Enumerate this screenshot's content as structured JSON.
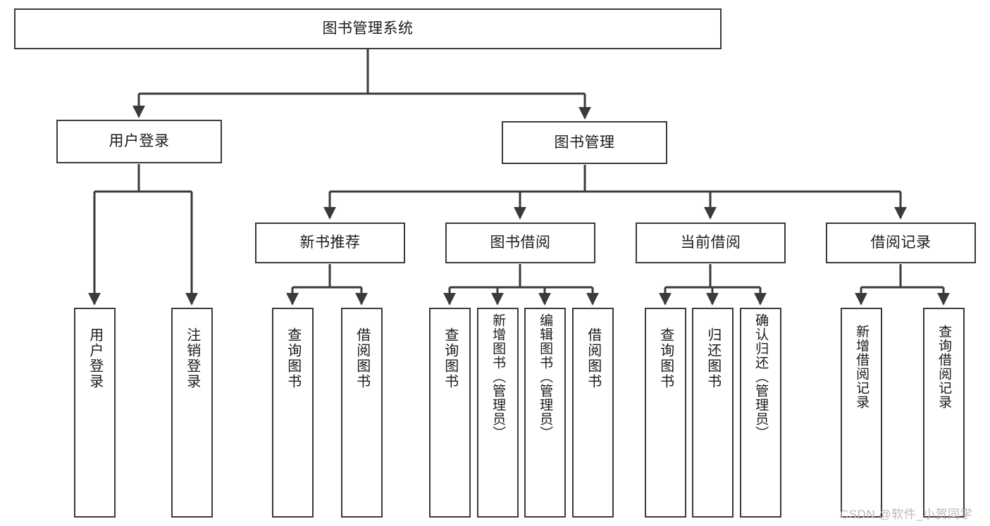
{
  "diagram": {
    "type": "tree-hierarchy",
    "title": "图书管理系统",
    "orientation": "top-down",
    "colors": {
      "box_border": "#3a3a3a",
      "box_fill": "#ffffff",
      "edge": "#3a3a3a",
      "text": "#1b1b1b",
      "watermark": "#b9b9b9",
      "background": "#ffffff"
    },
    "levels": {
      "level0": [
        {
          "id": "root",
          "label": "图书管理系统"
        }
      ],
      "level1": [
        {
          "id": "user-login",
          "label": "用户登录",
          "parent": "root"
        },
        {
          "id": "book-manage",
          "label": "图书管理",
          "parent": "root"
        }
      ],
      "level2": [
        {
          "id": "new-book-rec",
          "label": "新书推荐",
          "parent": "book-manage"
        },
        {
          "id": "book-borrow",
          "label": "图书借阅",
          "parent": "book-manage"
        },
        {
          "id": "current-borrow",
          "label": "当前借阅",
          "parent": "book-manage"
        },
        {
          "id": "borrow-record",
          "label": "借阅记录",
          "parent": "book-manage"
        }
      ],
      "leaves": [
        {
          "id": "leaf-user-login",
          "label": "用户登录",
          "parent": "user-login"
        },
        {
          "id": "leaf-logout",
          "label": "注销登录",
          "parent": "user-login"
        },
        {
          "id": "leaf-query-book-1",
          "label": "查询图书",
          "parent": "new-book-rec"
        },
        {
          "id": "leaf-borrow-book-1",
          "label": "借阅图书",
          "parent": "new-book-rec"
        },
        {
          "id": "leaf-query-book-2",
          "label": "查询图书",
          "parent": "book-borrow"
        },
        {
          "id": "leaf-add-book",
          "label": "新增图书（管理员）",
          "parent": "book-borrow"
        },
        {
          "id": "leaf-edit-book",
          "label": "编辑图书（管理员）",
          "parent": "book-borrow"
        },
        {
          "id": "leaf-borrow-book-2",
          "label": "借阅图书",
          "parent": "book-borrow"
        },
        {
          "id": "leaf-query-book-3",
          "label": "查询图书",
          "parent": "current-borrow"
        },
        {
          "id": "leaf-return-book",
          "label": "归还图书",
          "parent": "current-borrow"
        },
        {
          "id": "leaf-confirm-return",
          "label": "确认归还（管理员）",
          "parent": "current-borrow"
        },
        {
          "id": "leaf-add-record",
          "label": "新增借阅记录",
          "parent": "borrow-record"
        },
        {
          "id": "leaf-query-record",
          "label": "查询借阅记录",
          "parent": "borrow-record"
        }
      ]
    },
    "watermark": "CSDN @软件_小贺同学"
  }
}
